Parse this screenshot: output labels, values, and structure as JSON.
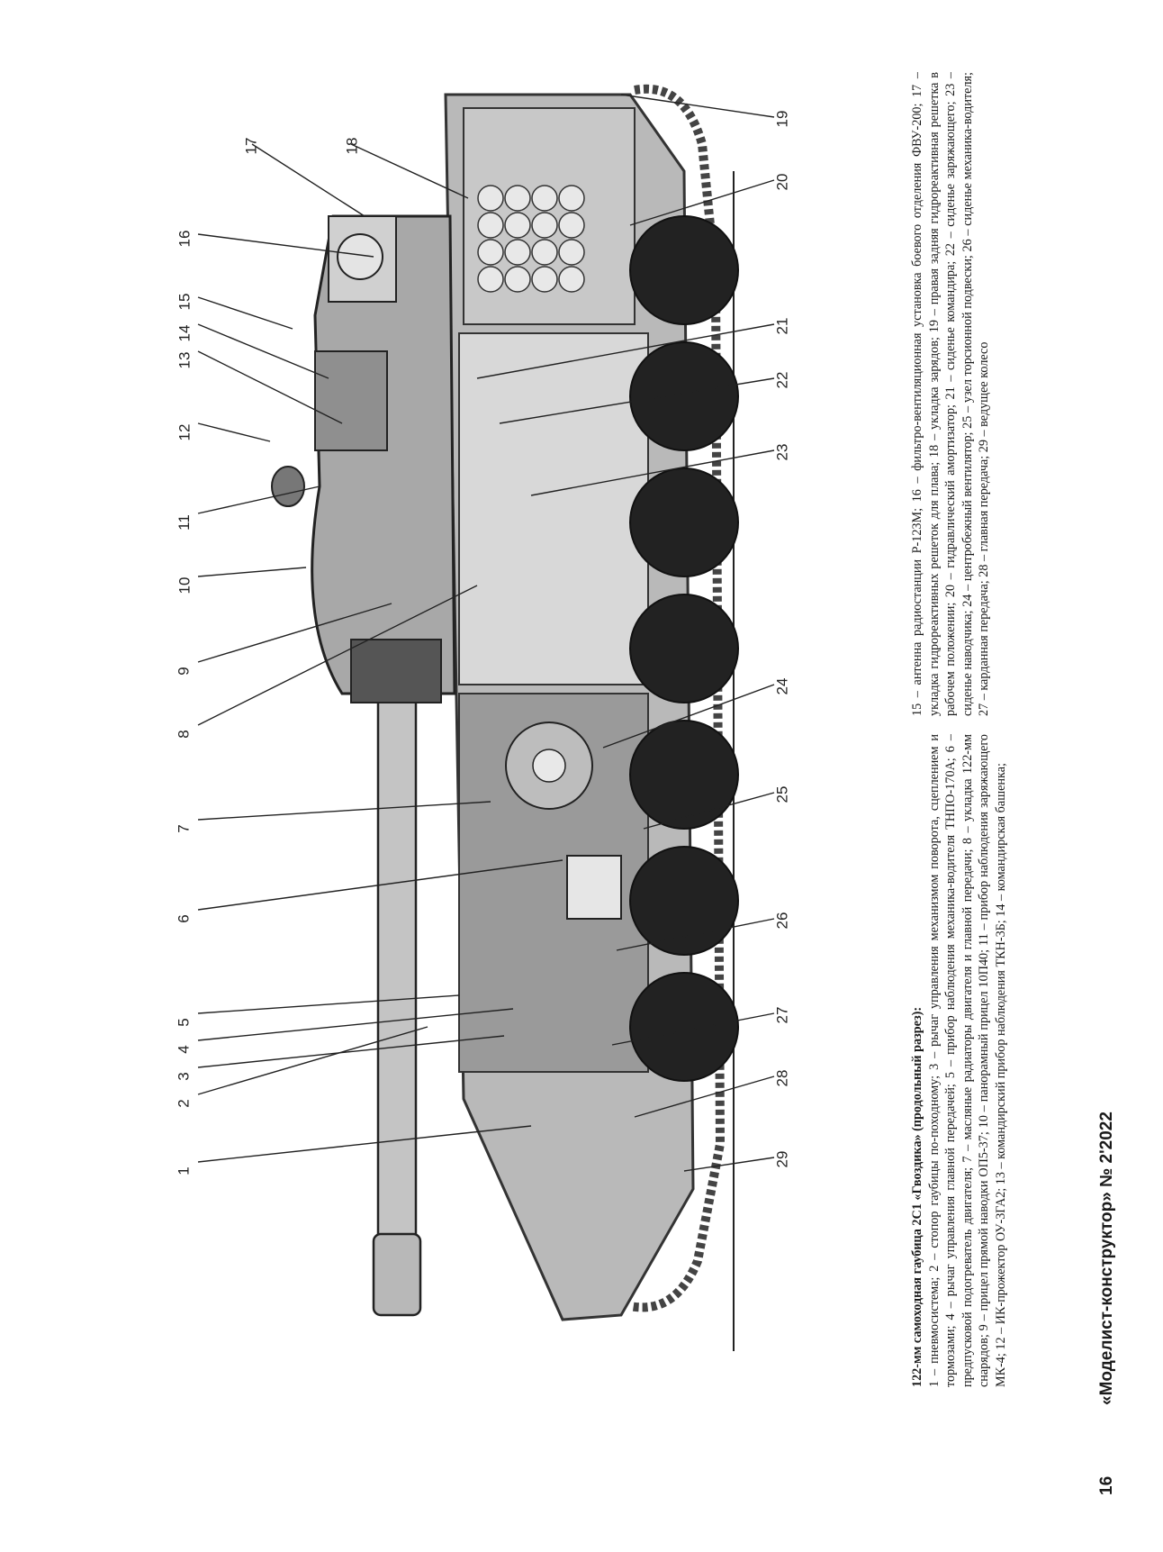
{
  "page_number": "16",
  "journal_title": "«Моделист-конструктор» № 2'2022",
  "caption": {
    "title": "122-мм самоходная гаубица 2С1 «Гвоздика» (продольный разрез):",
    "part1": "1 – пневмосистема; 2 – стопор гаубицы по-походному; 3 – рычаг управления механизмом поворота, сцеплением и тормозами; 4 – рычаг управления главной передачей; 5 – прибор наблюдения механика-водителя ТНПО-170А; 6 – предпусковой подогреватель двигателя; 7 – масляные радиаторы двигателя и главной передачи; 8 – укладка 122-мм снарядов; 9 – прицел прямой наводки ОП5-37; 10 – панорамный прицел 10П40; 11 – прибор наблюдения заряжающего МК-4; 12 – ИК-прожектор ОУ-3ГА2; 13 – командирский прибор наблюдения ТКН-3Б; 14 – командирская башенка;",
    "part2": "15 – антенна радиостанции Р-123М; 16 – фильтро-вентиляционная установка боевого отделения ФВУ-200; 17 – укладка гидрореактивных решеток для плава; 18 – укладка зарядов; 19 – правая задняя гидрореактивная решетка в рабочем положении; 20 – гидравлический амортизатор; 21 – сиденье командира; 22 – сиденье заряжающего; 23 – сиденье наводчика; 24 – центробежный вентилятор; 25 – узел торсионной подвески; 26 – сиденье механика-водителя; 27 – карданная передача; 28 – главная передача; 29 – ведущее колесо"
  },
  "callouts": {
    "c1": "1",
    "c2": "2",
    "c3": "3",
    "c4": "4",
    "c5": "5",
    "c6": "6",
    "c7": "7",
    "c8": "8",
    "c9": "9",
    "c10": "10",
    "c11": "11",
    "c12": "12",
    "c13": "13",
    "c14": "14",
    "c15": "15",
    "c16": "16",
    "c17": "17",
    "c18": "18",
    "c19": "19",
    "c20": "20",
    "c21": "21",
    "c22": "22",
    "c23": "23",
    "c24": "24",
    "c25": "25",
    "c26": "26",
    "c27": "27",
    "c28": "28",
    "c29": "29"
  },
  "colors": {
    "ink": "#1a1a1a",
    "hull": "#8a8a8a",
    "hull_dark": "#3a3a3a",
    "interior": "#cfcfcf",
    "wheel": "#1f1f1f"
  }
}
